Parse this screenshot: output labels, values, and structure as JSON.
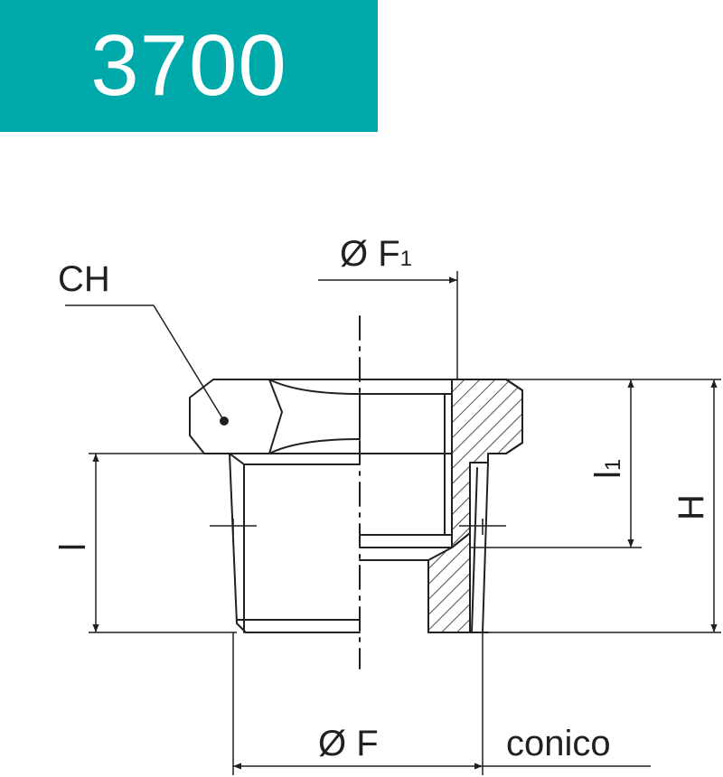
{
  "header": {
    "code": "3700",
    "background_color": "#00a9a9",
    "text_color": "#ffffff"
  },
  "drawing": {
    "line_color": "#231f20",
    "labels": {
      "hex_size": "CH",
      "inner_diameter_symbol": "Ø F",
      "inner_diameter_subscript": "1",
      "outer_diameter": "Ø F",
      "thread_type": "conico",
      "inner_thread_length_letter": "l",
      "inner_thread_length_subscript": "1",
      "outer_thread_length": "l",
      "total_height": "H"
    }
  }
}
